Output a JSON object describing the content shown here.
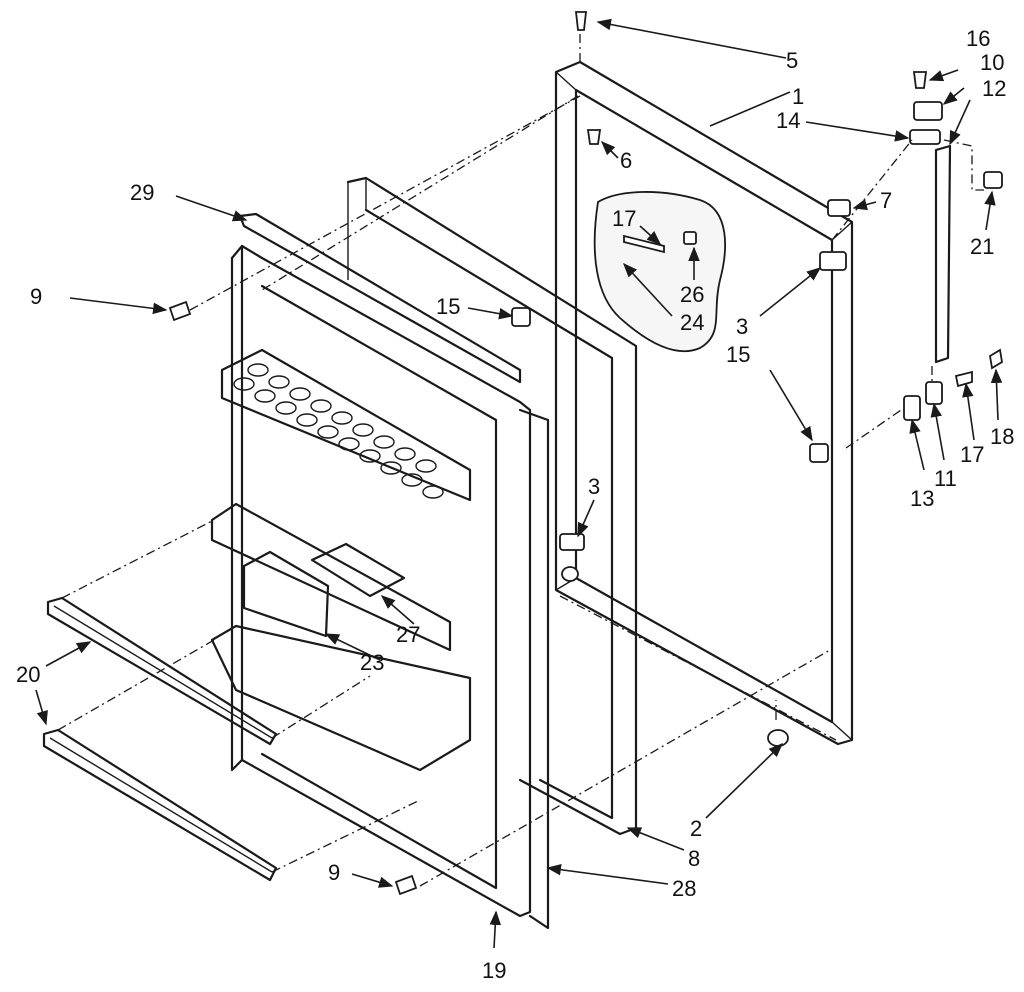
{
  "labels": {
    "l1": "1",
    "l2": "2",
    "l3a": "3",
    "l3b": "3",
    "l5": "5",
    "l6": "6",
    "l7": "7",
    "l8": "8",
    "l9a": "9",
    "l9b": "9",
    "l10": "10",
    "l11": "11",
    "l12": "12",
    "l13": "13",
    "l14": "14",
    "l15a": "15",
    "l15b": "15",
    "l16": "16",
    "l17a": "17",
    "l17b": "17",
    "l18": "18",
    "l19": "19",
    "l20": "20",
    "l21": "21",
    "l23": "23",
    "l24": "24",
    "l26": "26",
    "l27": "27",
    "l28": "28",
    "l29": "29"
  }
}
